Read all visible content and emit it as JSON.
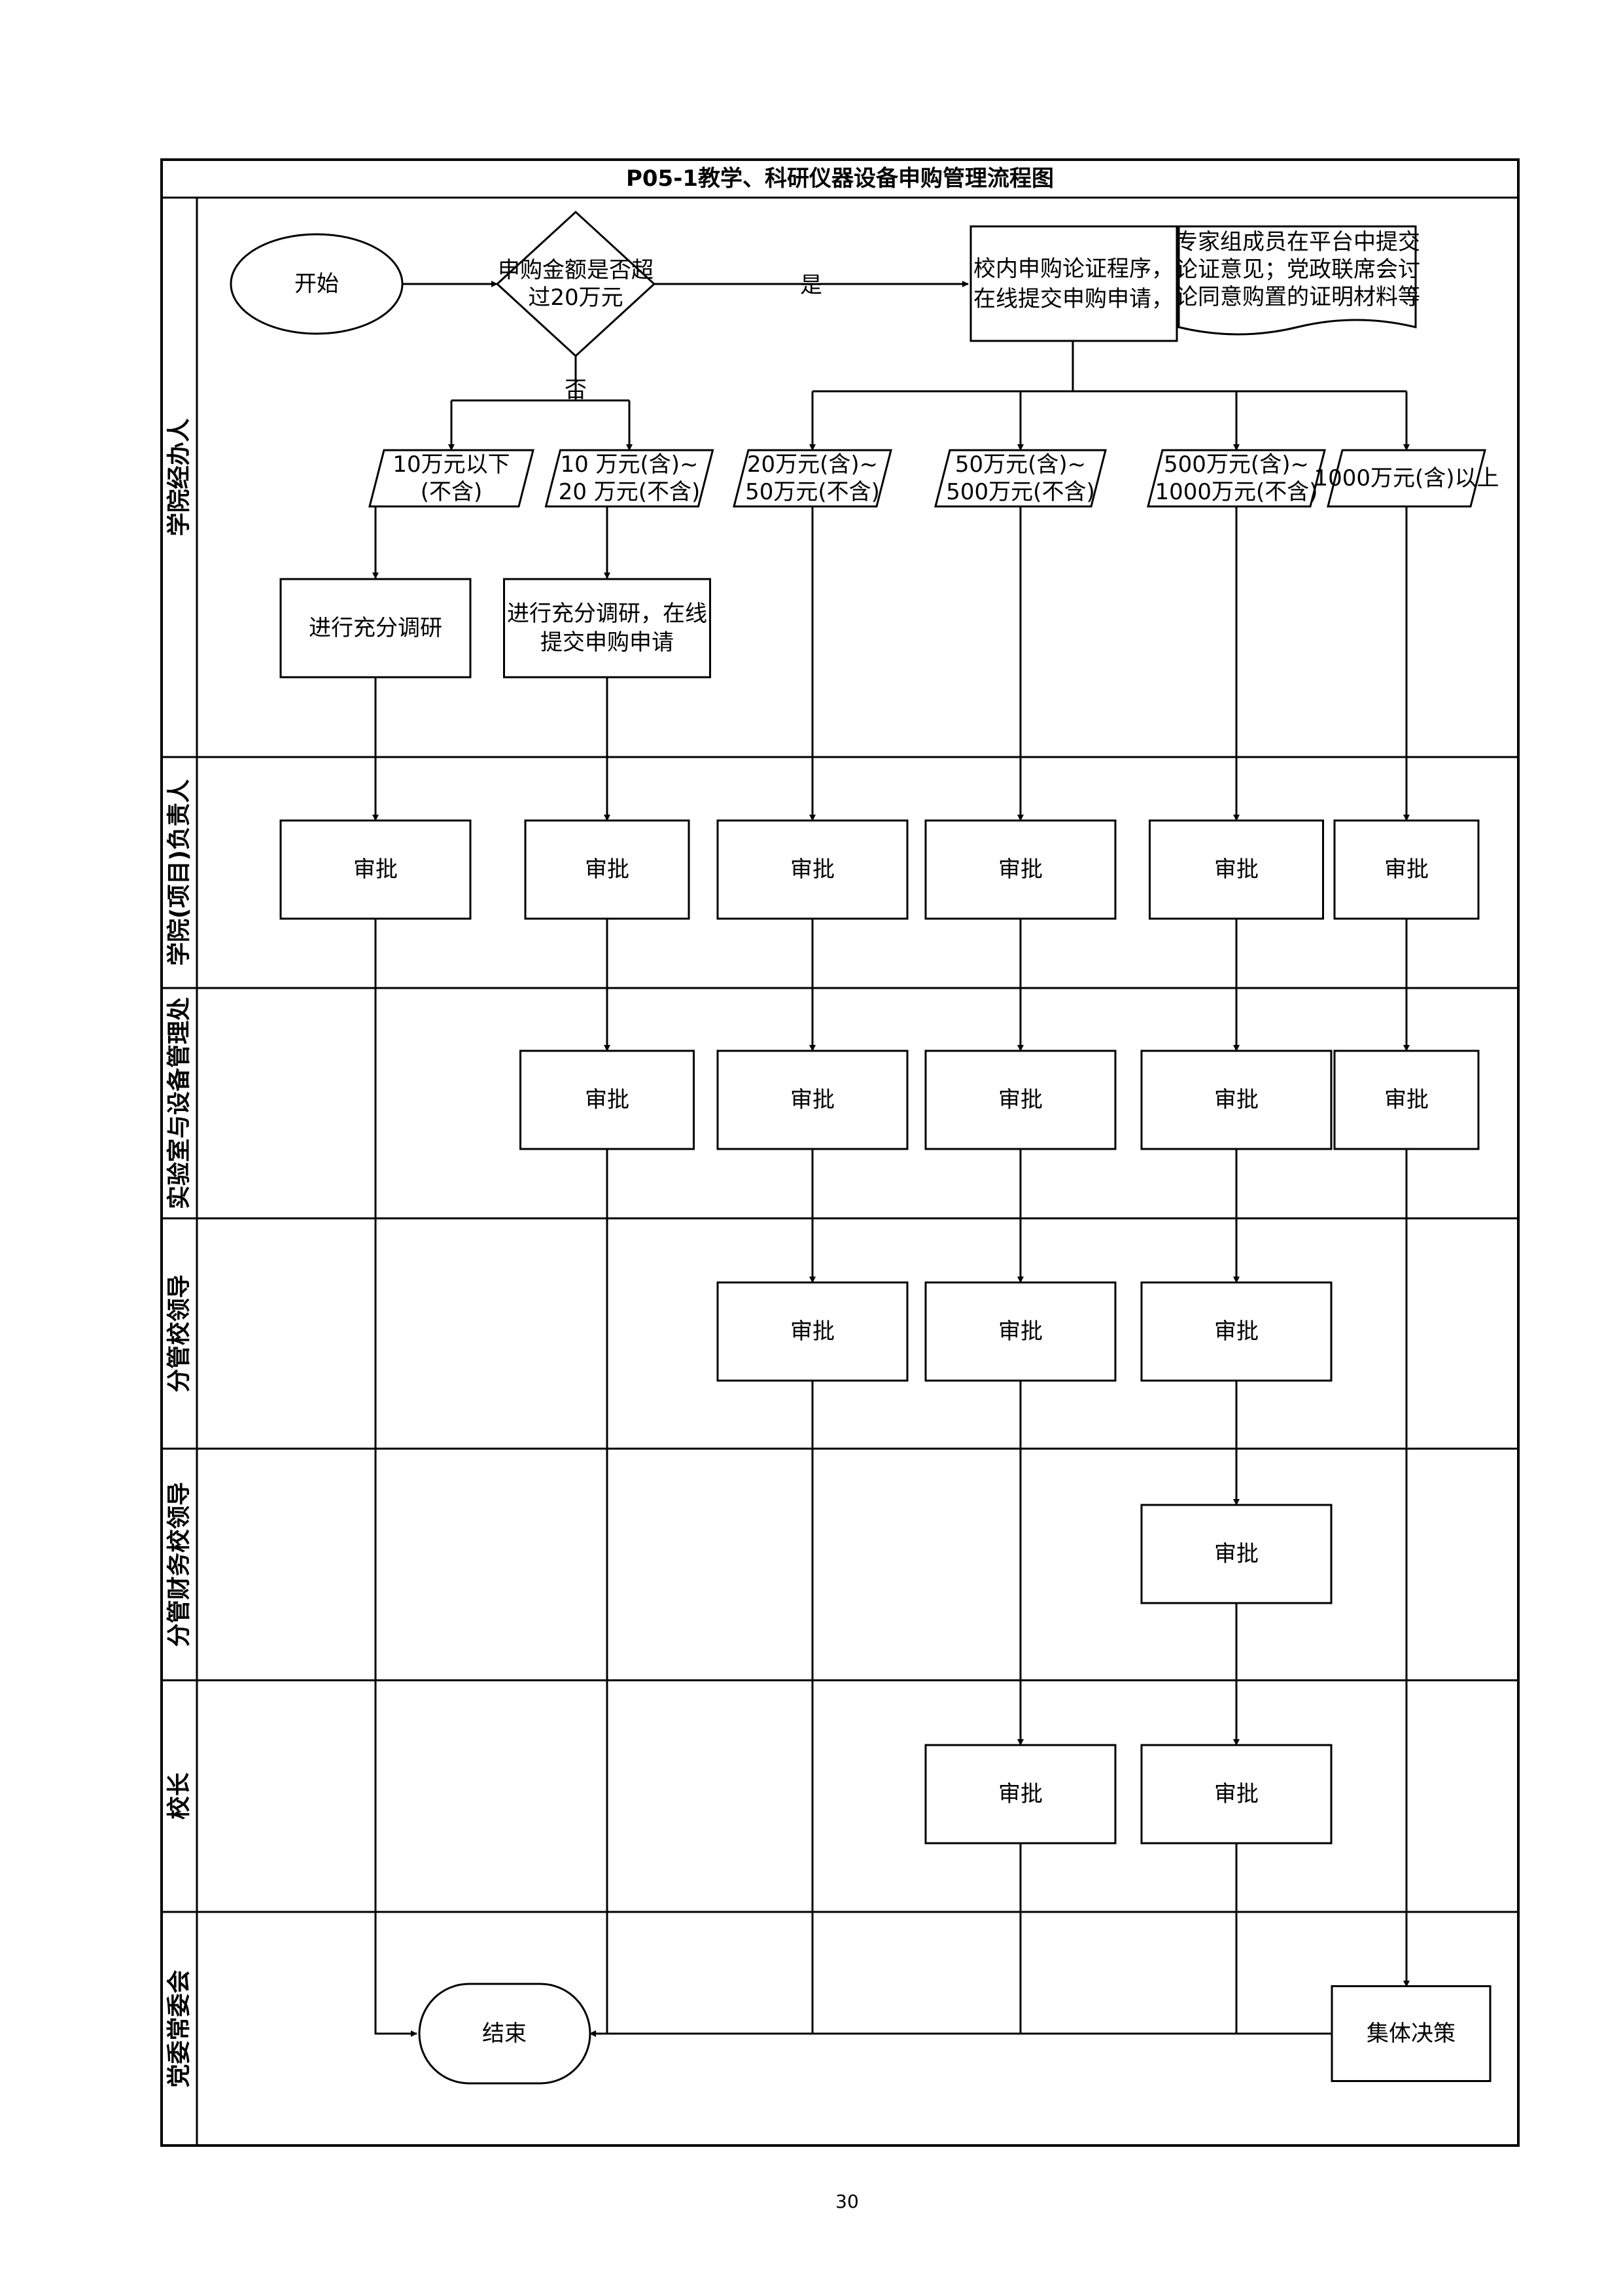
{
  "title": "P05-1教学、科研仪器设备申购管理流程图",
  "lanes": [
    "学院经办人",
    "学院(项目)负责人",
    "实验室与设备管理处",
    "分管校领导",
    "分管财务校领导",
    "校长",
    "党委常委会"
  ],
  "start": "开始",
  "decision": [
    "申购金额是否超",
    "过20万元"
  ],
  "yes_label": "是",
  "no_label": "否",
  "proc_demo": [
    "校内申购论证程序，",
    "在线提交申购申请，"
  ],
  "doc_note": [
    "专家组成员在平台中提交",
    "论证意见；党政联席会讨",
    "论同意购置的证明材料等"
  ],
  "ranges": [
    [
      "10万元以下",
      "(不含)"
    ],
    [
      "10 万元(含)~",
      "20 万元(不含)"
    ],
    [
      "20万元(含)~",
      "50万元(不含)"
    ],
    [
      "50万元(含)~",
      "500万元(不含)"
    ],
    [
      "500万元(含)~",
      "1000万元(不含)"
    ],
    [
      "1000万元(含)以上"
    ]
  ],
  "research1": "进行充分调研",
  "research2": [
    "进行充分调研，在线",
    "提交申购申请"
  ],
  "approve": "审批",
  "collective": "集体决策",
  "end": "结束",
  "page_number": "30"
}
